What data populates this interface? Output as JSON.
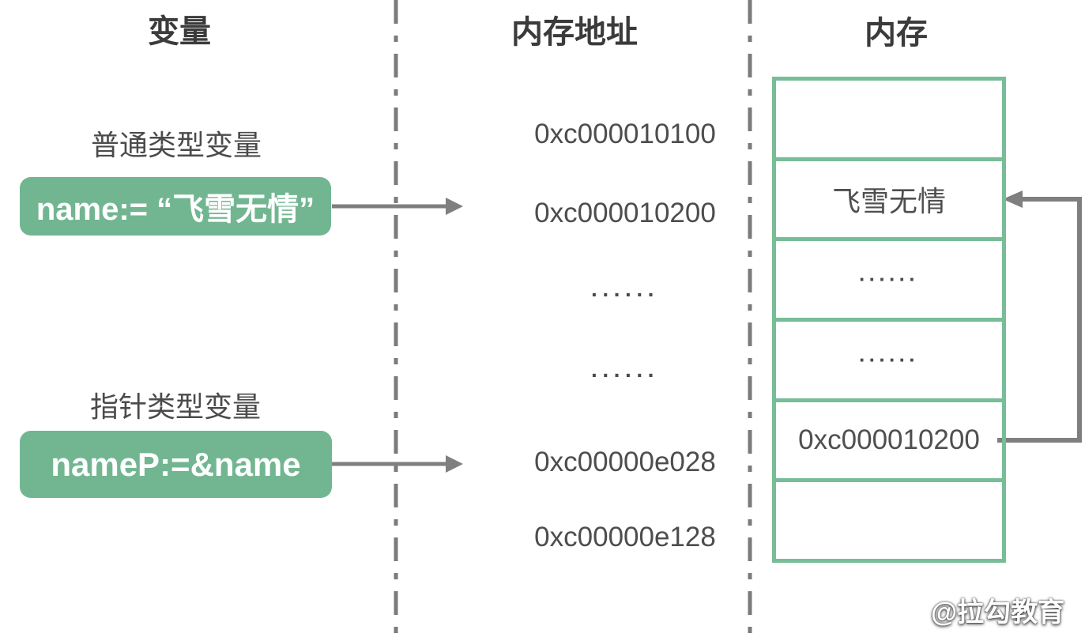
{
  "diagram": {
    "columns": [
      {
        "title": "变量"
      },
      {
        "title": "内存地址"
      },
      {
        "title": "内存"
      }
    ],
    "variables": {
      "normal_label": "普通类型变量",
      "normal_value": "name:= “飞雪无情”",
      "pointer_label": "指针类型变量",
      "pointer_value": "nameP:=&name"
    },
    "addresses": [
      "0xc000010100",
      "0xc000010200",
      "······",
      "······",
      "0xc00000e028",
      "0xc00000e128"
    ],
    "memory_cells": [
      "",
      "飞雪无情",
      "······",
      "······",
      "0xc000010200",
      ""
    ],
    "watermark": "@拉勾教育"
  },
  "icons": {
    "name_to_address_arrow": "right-arrow",
    "namep_to_address_arrow": "right-arrow",
    "pointer_value_to_target_arrow": "elbow-left-arrow",
    "column_dividers": "dash-dot-vertical-line"
  },
  "colors": {
    "green": "#72B691",
    "green-border": "#77BD97",
    "arrow-gray": "#7F7F7F",
    "divider-gray": "#7B7B7B",
    "title-dark": "#3B3B3B",
    "text-gray": "#4D4D4D"
  }
}
